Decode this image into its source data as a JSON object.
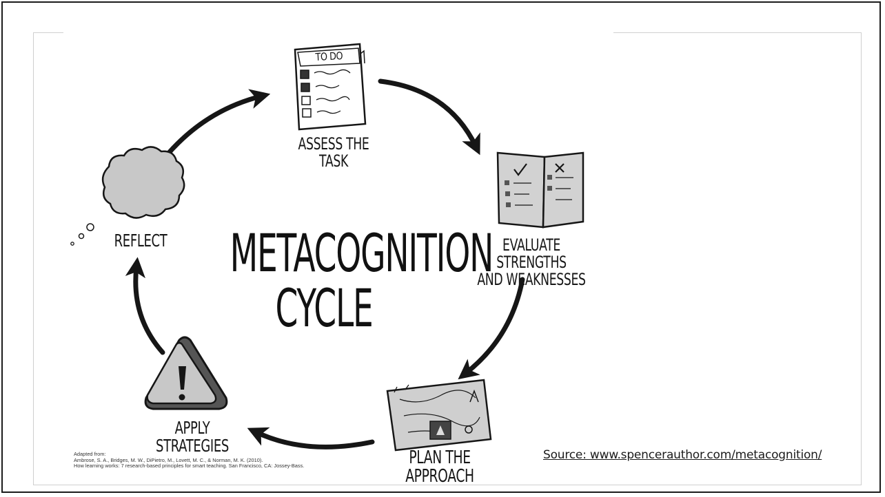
{
  "diagram": {
    "title_line1": "METACOGNITION",
    "title_line2": "CYCLE",
    "stages": {
      "assess": {
        "line1": "ASSESS THE",
        "line2": "TASK",
        "icon": "todo-list-icon",
        "todo_header": "TO DO"
      },
      "evaluate": {
        "line1": "EVALUATE STRENGTHS",
        "line2": "AND WEAKNESSES",
        "icon": "open-book-icon"
      },
      "plan": {
        "line1": "PLAN THE APPROACH",
        "icon": "map-icon"
      },
      "apply": {
        "line1": "APPLY STRATEGIES",
        "icon": "warning-icon"
      },
      "reflect": {
        "line1": "REFLECT",
        "icon": "thought-cloud-icon"
      }
    },
    "citation": {
      "line1": "Adapted from:",
      "line2": "Ambrose, S. A., Bridges, M. W., DiPietro, M., Lovett, M. C., & Norman, M. K. (2010).",
      "line3": "How learning works: 7 research-based principles for smart teaching. San Francisco, CA: Jossey-Bass."
    }
  },
  "source_link": "Source: www.spencerauthor.com/metacognition/",
  "colors": {
    "ink": "#161616",
    "paper": "#ffffff",
    "gray_fill": "#c8c8c8",
    "dark_fill": "#555555",
    "frame": "#1a1a1a"
  }
}
